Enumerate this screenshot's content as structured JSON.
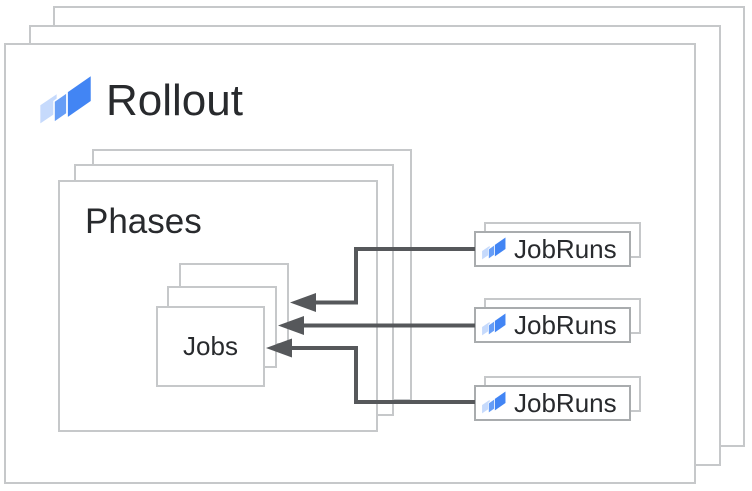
{
  "rollout": {
    "label": "Rollout"
  },
  "phases": {
    "label": "Phases"
  },
  "jobs": {
    "label": "Jobs"
  },
  "jobruns": {
    "items": [
      {
        "label": "JobRuns"
      },
      {
        "label": "JobRuns"
      },
      {
        "label": "JobRuns"
      }
    ]
  },
  "icons": {
    "brand": "three-stacked-parallelograms"
  },
  "colors": {
    "background": "#FFFFFF",
    "text": "#282A2D",
    "border": "#C6C8CA",
    "border_strong": "#A9ACAE",
    "arrow": "#56585B",
    "icon_dark": "#4285F4",
    "icon_mid": "#669DF6",
    "icon_light": "#C6DAFC"
  }
}
